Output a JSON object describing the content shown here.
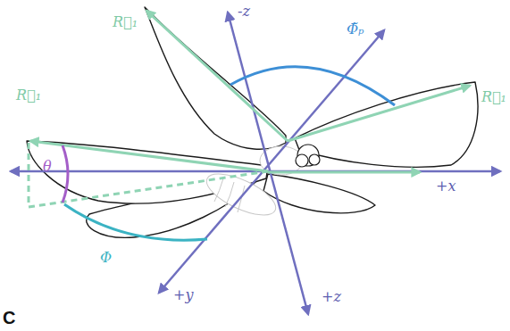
{
  "diagram": {
    "labels": [
      "R⃗₁",
      "-z",
      "Φ̃ₚ",
      "R⃗₁",
      "R⃗₁",
      "θ",
      "+x",
      "Φ",
      "+y",
      "+z",
      "C"
    ]
  }
}
